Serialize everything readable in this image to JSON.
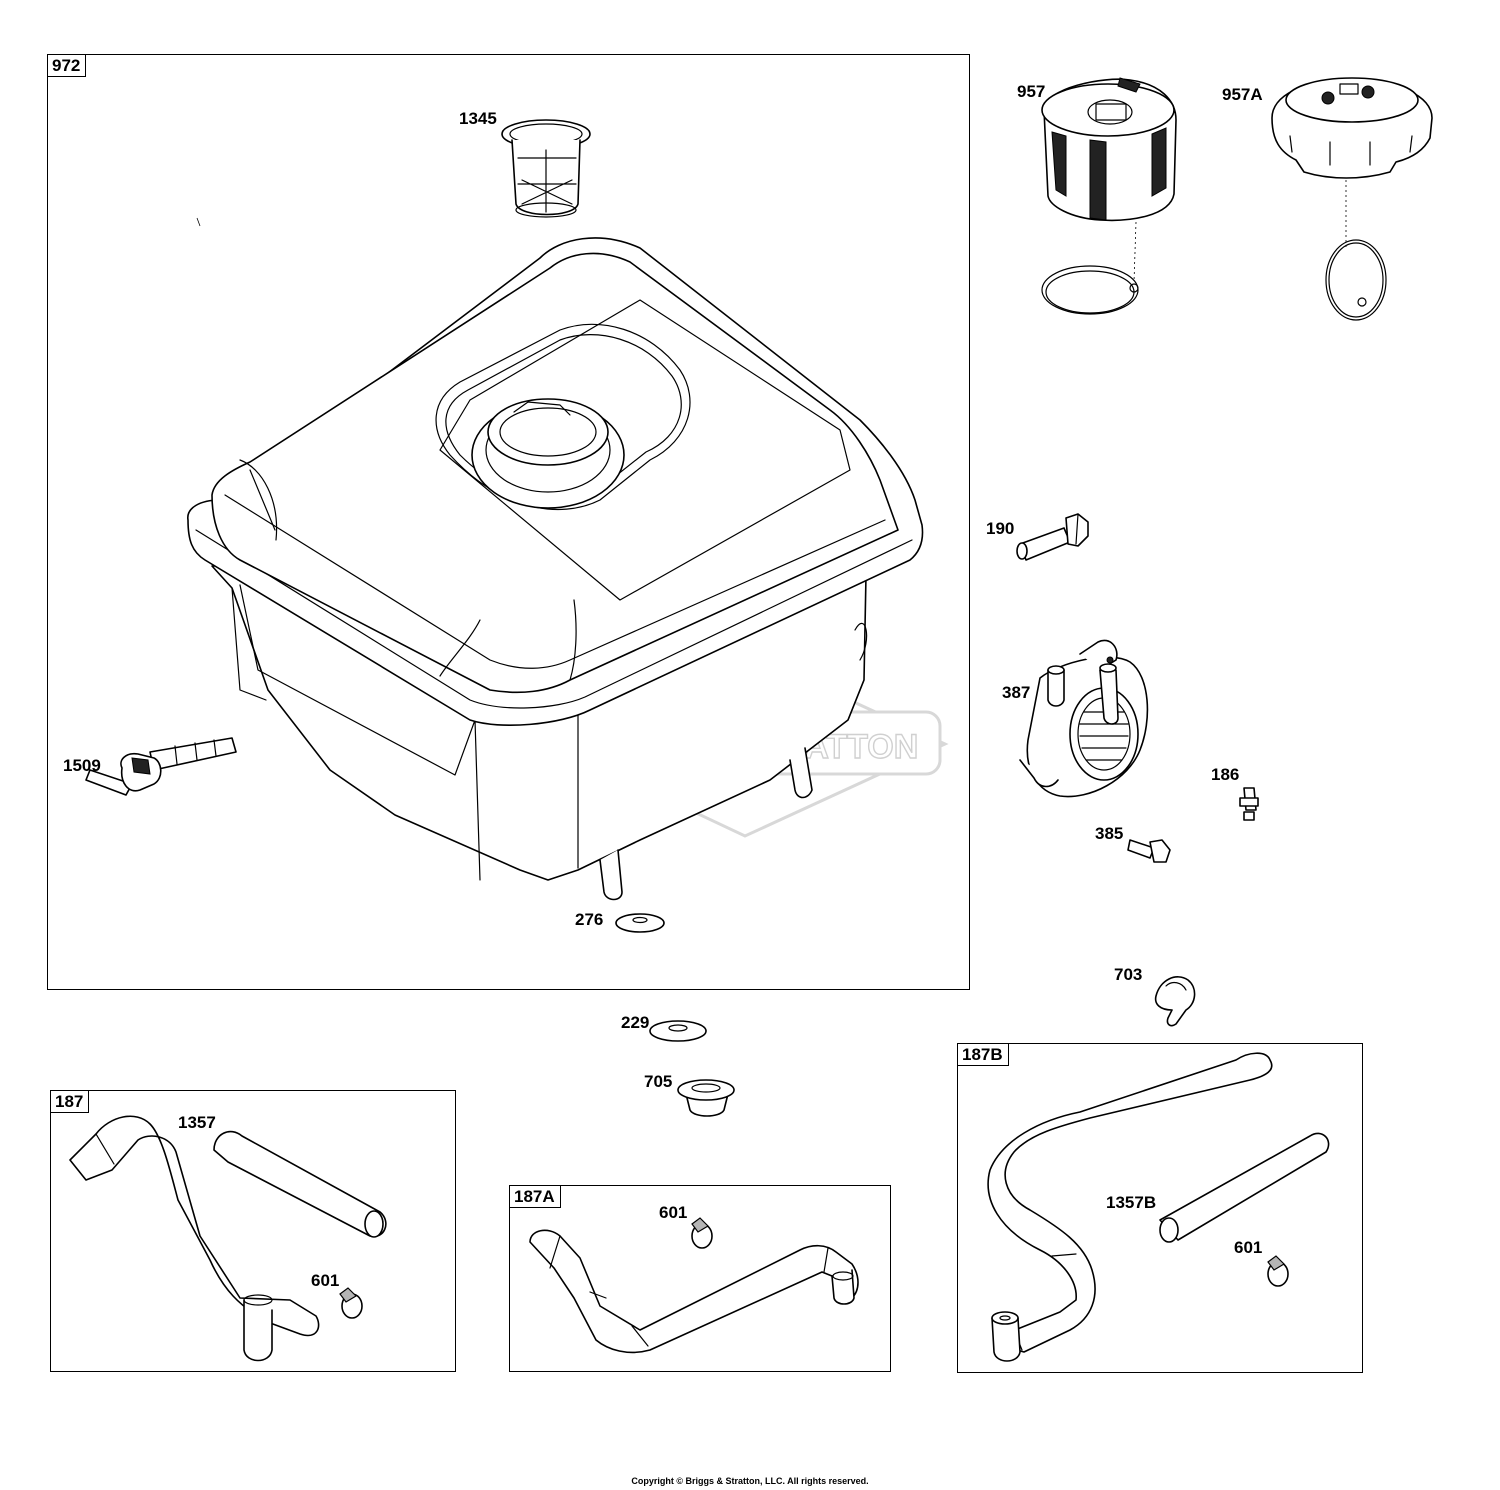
{
  "groups": {
    "g972": "972",
    "g187": "187",
    "g187A": "187A",
    "g187B": "187B"
  },
  "labels": {
    "p1345": "1345",
    "p957": "957",
    "p957A": "957A",
    "p190": "190",
    "p387": "387",
    "p1509": "1509",
    "p186": "186",
    "p385": "385",
    "p276": "276",
    "p703": "703",
    "p229": "229",
    "p705": "705",
    "p1357": "1357",
    "p601a": "601",
    "p601b": "601",
    "p1357B": "1357B",
    "p601c": "601"
  },
  "watermark": "BRIGGS&STRATTON",
  "copyright": "Copyright © Briggs & Stratton, LLC. All rights reserved."
}
